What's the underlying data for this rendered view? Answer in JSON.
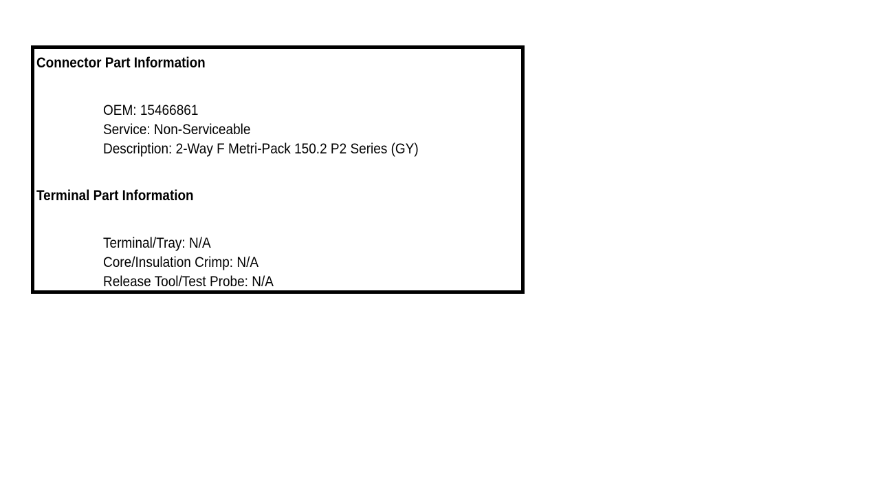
{
  "page": {
    "background_color": "#ffffff",
    "text_color": "#000000"
  },
  "panel": {
    "border_color": "#000000",
    "background_color": "#ffffff",
    "sections": [
      {
        "heading": "Connector Part Information",
        "lines": [
          "OEM: 15466861",
          "Service: Non-Serviceable",
          "Description: 2-Way F Metri-Pack 150.2 P2 Series (GY)"
        ],
        "fields": {
          "oem_label": "OEM:",
          "oem_value": "15466861",
          "service_label": "Service:",
          "service_value": "Non-Serviceable",
          "description_label": "Description:",
          "description_value": "2-Way F Metri-Pack 150.2 P2 Series (GY)"
        }
      },
      {
        "heading": "Terminal Part Information",
        "lines": [
          "Terminal/Tray: N/A",
          "Core/Insulation Crimp: N/A",
          "Release Tool/Test Probe: N/A"
        ],
        "fields": {
          "terminal_tray_label": "Terminal/Tray:",
          "terminal_tray_value": "N/A",
          "core_insulation_crimp_label": "Core/Insulation Crimp:",
          "core_insulation_crimp_value": "N/A",
          "release_tool_test_probe_label": "Release Tool/Test Probe:",
          "release_tool_test_probe_value": "N/A"
        }
      }
    ]
  }
}
